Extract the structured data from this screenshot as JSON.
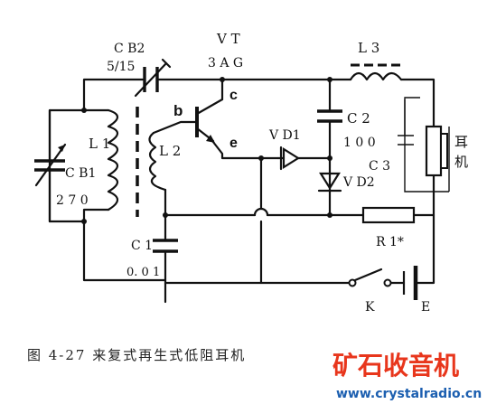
{
  "labels": {
    "cb2": "C B2",
    "cb2_val": "5/15",
    "vt": "V T",
    "vt_type": "3 A G",
    "l3": "L 3",
    "b": "b",
    "c": "c",
    "e": "e",
    "c2": "C 2",
    "c2_val": "1 0 0",
    "vd1": "V D1",
    "vd2": "V D2",
    "c3": "C 3",
    "earphone": "耳\n机",
    "l1": "L 1",
    "l2": "L 2",
    "cb1": "C B1",
    "cb1_val": "2 7 0",
    "c1": "C 1",
    "c1_val": "0. 0 1",
    "r1": "R 1*",
    "k": "K",
    "e_batt": "E"
  },
  "caption": "图  4-27  来复式再生式低阻耳机",
  "watermark": {
    "brand": "矿石收音机",
    "url": "www.crystalradio.cn"
  }
}
